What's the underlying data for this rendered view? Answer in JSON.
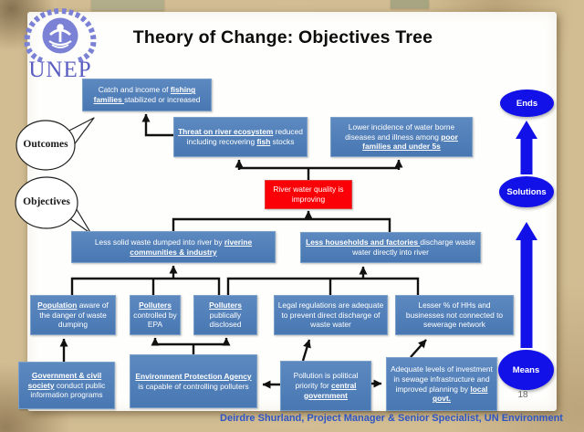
{
  "slide": {
    "title": "Theory of Change: Objectives Tree",
    "page_number": "18",
    "credit": "Deirdre Shurland, Project Manager & Senior Specialist, UN Environment",
    "logo_text": "UNEP"
  },
  "labels": {
    "outcomes": "Outcomes",
    "objectives": "Objectives",
    "ends": "Ends",
    "solutions": "Solutions",
    "means": "Means"
  },
  "colors": {
    "box_blue": "#4e80bc",
    "result_red": "#fb0006",
    "oval_arrow_blue": "#1212e8",
    "credit_blue": "#2f55c4",
    "parchment": "#d2bd93",
    "logo_purple": "#7b82d6"
  },
  "boxes": {
    "catch_income": {
      "segments": [
        {
          "t": "Catch and income of "
        },
        {
          "t": "fishing families ",
          "em": true
        },
        {
          "t": "stabilized or increased"
        }
      ]
    },
    "threat_river": {
      "segments": [
        {
          "t": "Threat on river ecosystem",
          "em": true
        },
        {
          "t": " reduced including recovering "
        },
        {
          "t": "fish",
          "em": true
        },
        {
          "t": " stocks"
        }
      ]
    },
    "lower_incidence": {
      "segments": [
        {
          "t": "Lower incidence of water borne diseases and illness among "
        },
        {
          "t": "poor families and under 5s",
          "em": true
        }
      ]
    },
    "river_quality": {
      "segments": [
        {
          "t": "River water quality is improving"
        }
      ]
    },
    "less_solid": {
      "segments": [
        {
          "t": "Less solid waste dumped into river by "
        },
        {
          "t": "riverine communities & industry",
          "em": true
        }
      ]
    },
    "less_households": {
      "segments": [
        {
          "t": "Less households and factories ",
          "em": true
        },
        {
          "t": "discharge waste water directly into river"
        }
      ]
    },
    "population": {
      "segments": [
        {
          "t": "Population",
          "em": true
        },
        {
          "t": " aware of the danger of waste dumping"
        }
      ]
    },
    "polluters_epa": {
      "segments": [
        {
          "t": "Polluters",
          "em": true
        },
        {
          "t": " controlled by EPA"
        }
      ]
    },
    "polluters_disclosed": {
      "segments": [
        {
          "t": "Polluters",
          "em": true
        },
        {
          "t": " publically disclosed"
        }
      ]
    },
    "legal_regulations": {
      "segments": [
        {
          "t": "Legal regulations are adequate to prevent direct discharge of waste water"
        }
      ]
    },
    "lesser_hhs": {
      "segments": [
        {
          "t": "Lesser % of HHs and businesses not connected to sewerage network"
        }
      ]
    },
    "government": {
      "segments": [
        {
          "t": "Government & civil society",
          "em": true
        },
        {
          "t": " conduct public information programs"
        }
      ]
    },
    "epa_capable": {
      "segments": [
        {
          "t": "Environment Protection Agency",
          "em": true
        },
        {
          "t": " is capable of controlling polluters"
        }
      ]
    },
    "pollution_priority": {
      "segments": [
        {
          "t": "Pollution is political priority for "
        },
        {
          "t": "central government",
          "em": true
        }
      ]
    },
    "adequate_investment": {
      "segments": [
        {
          "t": "Adequate levels of investment in sewage infrastructure and improved planning by "
        },
        {
          "t": "local govt.",
          "em": true
        }
      ]
    }
  }
}
